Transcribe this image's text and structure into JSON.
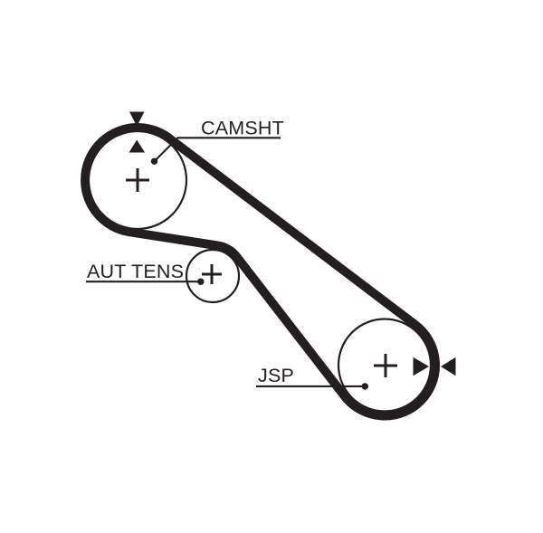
{
  "diagram": {
    "background_color": "#ffffff",
    "line_color": "#231f20",
    "labels": {
      "camshaft": "CAMSHT",
      "tensioner": "AUT TENS",
      "jsp": "JSP"
    },
    "icons": {
      "camshaft_timing_marks": [
        "triangle-down",
        "triangle-up"
      ],
      "jsp_timing_marks": [
        "triangle-right",
        "triangle-left"
      ],
      "pulley_center_marks": "plus-cross",
      "leader_line_ends": "dot"
    }
  }
}
